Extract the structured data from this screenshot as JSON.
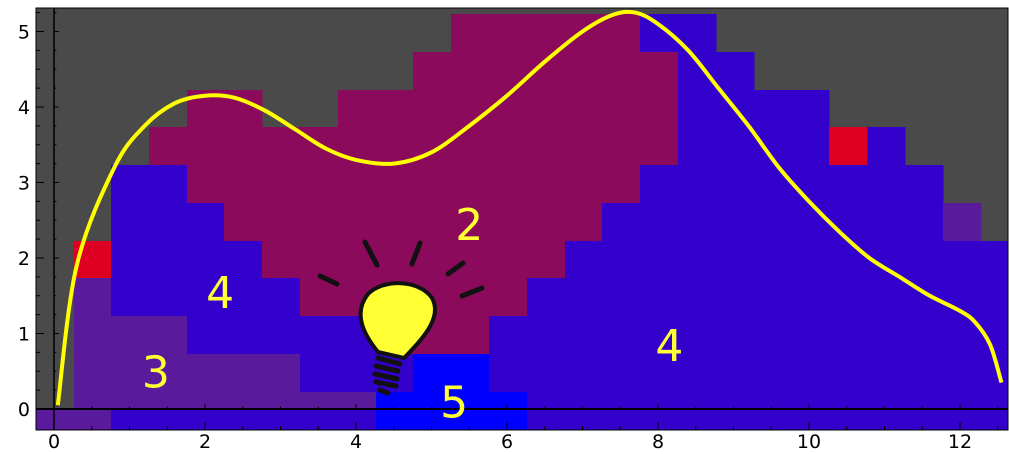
{
  "chart_data": {
    "type": "heatmap",
    "title": "",
    "xlabel": "",
    "ylabel": "",
    "xlim": [
      -0.2,
      12.6
    ],
    "ylim": [
      -0.2,
      5.3
    ],
    "x_ticks": [
      0,
      2,
      4,
      6,
      8,
      10,
      12
    ],
    "x_tick_labels": [
      "0",
      "2",
      "4",
      "6",
      "8",
      "10",
      "12"
    ],
    "y_ticks": [
      0,
      1,
      2,
      3,
      4,
      5
    ],
    "y_tick_labels": [
      "0",
      "1",
      "2",
      "3",
      "4",
      "5"
    ],
    "grid": false,
    "colors": {
      "background": "#4a4a4a",
      "maroon": "#8b0a5c",
      "blue": "#3300cc",
      "purple": "#5a1a9c",
      "bright_blue": "#0000ff",
      "red": "#dd0022",
      "curve": "#ffff00",
      "label": "#ffff33"
    },
    "curve": {
      "name": "",
      "x": [
        0.05,
        0.3,
        0.8,
        1.2,
        1.6,
        2.0,
        2.4,
        2.8,
        3.2,
        3.6,
        4.0,
        4.5,
        5.0,
        5.5,
        6.0,
        6.5,
        7.0,
        7.4,
        7.7,
        8.0,
        8.4,
        8.8,
        9.2,
        9.6,
        10.0,
        10.4,
        10.8,
        11.2,
        11.6,
        12.0,
        12.2,
        12.4,
        12.55
      ],
      "y": [
        0.05,
        1.9,
        3.2,
        3.75,
        4.05,
        4.15,
        4.12,
        3.95,
        3.7,
        3.45,
        3.3,
        3.25,
        3.4,
        3.75,
        4.15,
        4.6,
        5.0,
        5.22,
        5.25,
        5.1,
        4.75,
        4.25,
        3.75,
        3.2,
        2.75,
        2.35,
        2.0,
        1.75,
        1.5,
        1.3,
        1.15,
        0.85,
        0.35
      ]
    },
    "regions": [
      {
        "label": "2",
        "x": 5.5,
        "y": 2.45
      },
      {
        "label": "4",
        "x": 2.2,
        "y": 1.55
      },
      {
        "label": "3",
        "x": 1.35,
        "y": 0.5
      },
      {
        "label": "4",
        "x": 8.15,
        "y": 0.85
      },
      {
        "label": "5",
        "x": 5.3,
        "y": 0.1
      }
    ],
    "icon": "lightbulb-icon"
  }
}
